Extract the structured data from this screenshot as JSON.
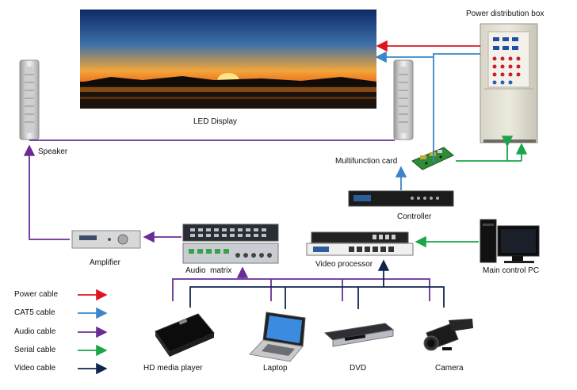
{
  "labels": {
    "led_display": "LED Display",
    "power_box": "Power distribution box",
    "speaker": "Speaker",
    "multifunction_card": "Multifunction card",
    "controller": "Controller",
    "amplifier": "Amplifier",
    "audio_matrix": "Audio  matrix",
    "video_processor": "Video processor",
    "main_pc": "Main control PC",
    "hd_player": "HD media player",
    "laptop": "Laptop",
    "dvd": "DVD",
    "camera": "Camera"
  },
  "legend": [
    {
      "label": "Power cable",
      "color": "#e0141e"
    },
    {
      "label": "CAT5 cable",
      "color": "#3a86c8"
    },
    {
      "label": "Audio cable",
      "color": "#6a2c96"
    },
    {
      "label": "Serial cable",
      "color": "#1aa54a"
    },
    {
      "label": "Video cable",
      "color": "#10244e"
    }
  ],
  "colors": {
    "power": "#e0141e",
    "cat5": "#3a86c8",
    "audio": "#6a2c96",
    "serial": "#1aa54a",
    "video": "#10244e"
  }
}
